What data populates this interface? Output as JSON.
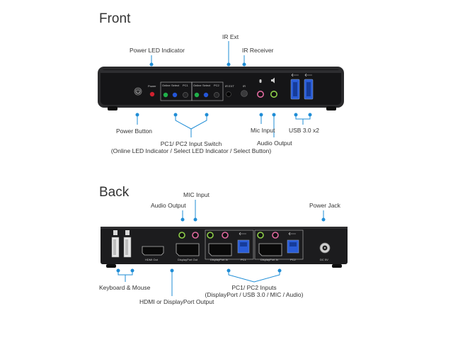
{
  "headings": {
    "front": "Front",
    "back": "Back"
  },
  "front": {
    "labels": {
      "ir_ext": "IR Ext",
      "ir_receiver": "IR Receiver",
      "power_led": "Power LED Indicator",
      "power_button": "Power Button",
      "input_switch_line1": "PC1/ PC2 Input Switch",
      "input_switch_line2": "(Online LED Indicator / Select LED Indicator / Select Button)",
      "mic_input": "Mic Input",
      "usb": "USB 3.0 x2",
      "audio_output": "Audio Output"
    },
    "panel_text": {
      "power": "Power",
      "online1": "Online",
      "select1": "Select",
      "pc1": "PC1",
      "online2": "Online",
      "select2": "Select",
      "pc2": "PC2",
      "ir_ext": "IR EXT",
      "ir": "IR"
    }
  },
  "back": {
    "labels": {
      "mic_input": "MIC Input",
      "audio_output": "Audio Output",
      "power_jack": "Power Jack",
      "keyboard_mouse": "Keyboard & Mouse",
      "video_output": "HDMI or DisplayPort Output",
      "pc_inputs_line1": "PC1/ PC2 Inputs",
      "pc_inputs_line2": "(DisplayPort / USB 3.0 / MIC / Audio)"
    },
    "panel_text": {
      "hdmi_out": "HDMI Out",
      "dp_out": "DisplayPort Out",
      "dp_in1": "DisplayPort In",
      "pc1": "PC1",
      "dp_in2": "DisplayPort In",
      "pc2": "PC2",
      "dc": "DC 5V"
    }
  },
  "colors": {
    "accent": "#1f8dd6",
    "device": "#1c1c1e"
  }
}
